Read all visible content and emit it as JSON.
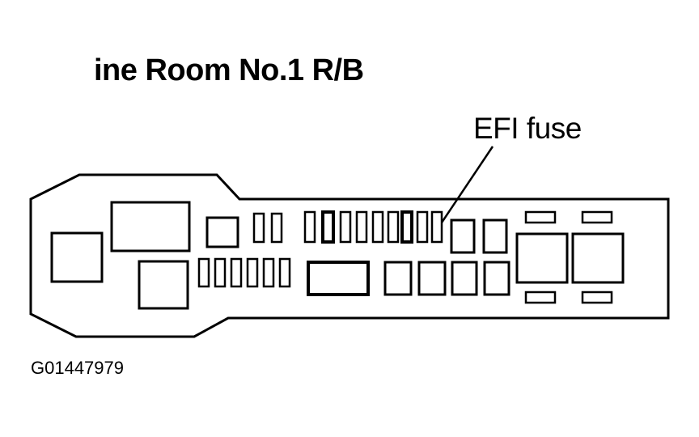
{
  "diagram": {
    "title": "ine Room No.1 R/B",
    "callout_label": "EFI fuse",
    "figure_code": "G01447979"
  }
}
